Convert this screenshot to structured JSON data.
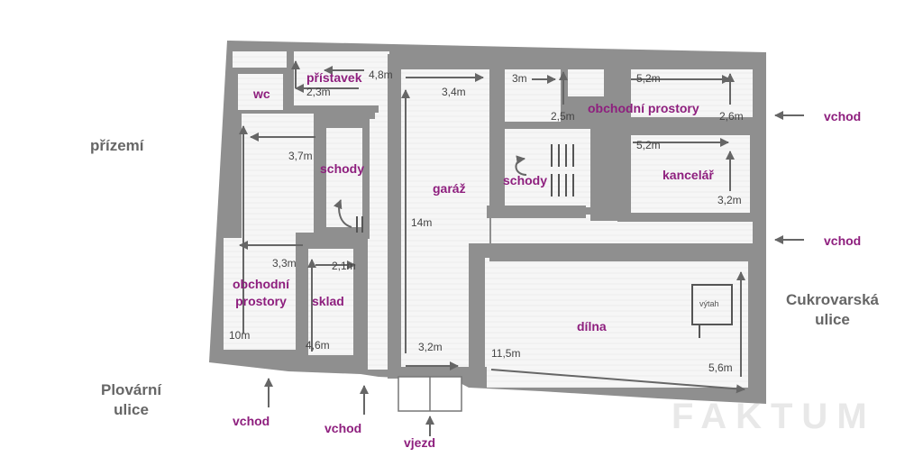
{
  "floor_label": "přízemí",
  "streets": {
    "plovarni": "Plovární\nulice",
    "cukrovarska": "Cukrovarská\nulice"
  },
  "rooms": {
    "wc": "wc",
    "pristavek": "přístavek",
    "schody_left": "schody",
    "obchodni_left": "obchodní\nprostory",
    "sklad": "sklad",
    "garaz": "garáž",
    "schody_mid": "schody",
    "obchodni_right": "obchodní prostory",
    "kancelar": "kancelář",
    "dilna": "dílna",
    "vytah": "výtah"
  },
  "dimensions": {
    "d_4_8": "4,8m",
    "d_2_3": "2,3m",
    "d_3_7": "3,7m",
    "d_3_3": "3,3m",
    "d_10": "10m",
    "d_2_1": "2,1m",
    "d_4_6": "4,6m",
    "d_3_4": "3,4m",
    "d_14": "14m",
    "d_3_2_garage": "3,2m",
    "d_3": "3m",
    "d_2_5": "2,5m",
    "d_5_2_top": "5,2m",
    "d_2_6": "2,6m",
    "d_5_2_office": "5,2m",
    "d_3_2_office": "3,2m",
    "d_11_5": "11,5m",
    "d_5_6": "5,6m"
  },
  "entries": {
    "vchod_right_top": "vchod",
    "vchod_right_mid": "vchod",
    "vchod_bottom_1": "vchod",
    "vchod_bottom_2": "vchod",
    "vjezd": "vjezd"
  },
  "watermark": "FAKTUM",
  "colors": {
    "wall": "#8f8f8f",
    "floor": "#f6f6f6",
    "accent": "#8e1f7e",
    "arrow": "#666666"
  }
}
